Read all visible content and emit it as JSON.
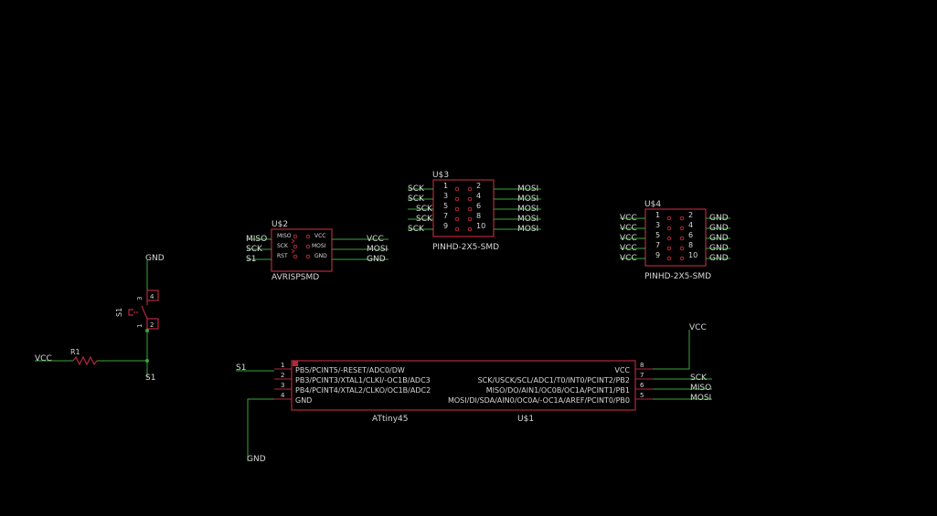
{
  "colors": {
    "background": "#000000",
    "wire": "#3aa63a",
    "part": "#b4283c",
    "text": "#d8d8d8"
  },
  "attiny": {
    "name": "U$1",
    "value": "ATtiny45",
    "pin1_num": "1",
    "pin1_label": "PB5/PCINT5/-RESET/ADC0/DW",
    "pin2_num": "2",
    "pin2_label": "PB3/PCINT3/XTAL1/CLKI/-OC1B/ADC3",
    "pin3_num": "3",
    "pin3_label": "PB4/PCINT4/XTAL2/CLKO/OC1B/ADC2",
    "pin4_num": "4",
    "pin4_label": "GND",
    "pin8_num": "8",
    "pin8_label": "VCC",
    "pin7_num": "7",
    "pin7_label": "SCK/USCK/SCL/ADC1/T0/INT0/PCINT2/PB2",
    "pin6_num": "6",
    "pin6_label": "MISO/DO/AIN1/OC0B/OC1A/PCINT1/PB1",
    "pin5_num": "5",
    "pin5_label": "MOSI/DI/SDA/AIN0/OC0A/-OC1A/AREF/PCINT0/PB0",
    "net_pin1": "S1",
    "net_gnd": "GND",
    "net_vcc": "VCC",
    "net_sck": "SCK",
    "net_miso": "MISO",
    "net_mosi": "MOSI"
  },
  "u2": {
    "name": "U$2",
    "value": "AVRISPSMD",
    "pin_miso": "MISO",
    "pin_sck": "SCK",
    "pin_rst": "RST",
    "pin_vcc": "VCC",
    "pin_mosi": "MOSI",
    "pin_gnd": "GND",
    "net_miso": "MISO",
    "net_sck": "SCK",
    "net_s1": "S1",
    "net_vcc": "VCC",
    "net_mosi": "MOSI",
    "net_gnd": "GND"
  },
  "u3": {
    "name": "U$3",
    "value": "PINHD-2X5-SMD",
    "left_nums": [
      "1",
      "3",
      "5",
      "7",
      "9"
    ],
    "right_nums": [
      "2",
      "4",
      "6",
      "8",
      "10"
    ],
    "left_nets": [
      "SCK",
      "SCK",
      "SCK",
      "SCK",
      "SCK"
    ],
    "right_nets": [
      "MOSI",
      "MOSI",
      "MOSI",
      "MOSI",
      "MOSI"
    ]
  },
  "u4": {
    "name": "U$4",
    "value": "PINHD-2X5-SMD",
    "left_nums": [
      "1",
      "3",
      "5",
      "7",
      "9"
    ],
    "right_nums": [
      "2",
      "4",
      "6",
      "8",
      "10"
    ],
    "left_nets": [
      "VCC",
      "VCC",
      "VCC",
      "VCC",
      "VCC"
    ],
    "right_nets": [
      "GND",
      "GND",
      "GND",
      "GND",
      "GND"
    ]
  },
  "switch": {
    "name": "S1",
    "pin3": "3",
    "pin4": "4",
    "pin1": "1",
    "pin2": "2",
    "net_top": "GND",
    "net_bottom": "S1"
  },
  "resistor": {
    "name": "R1",
    "net_left": "VCC"
  }
}
